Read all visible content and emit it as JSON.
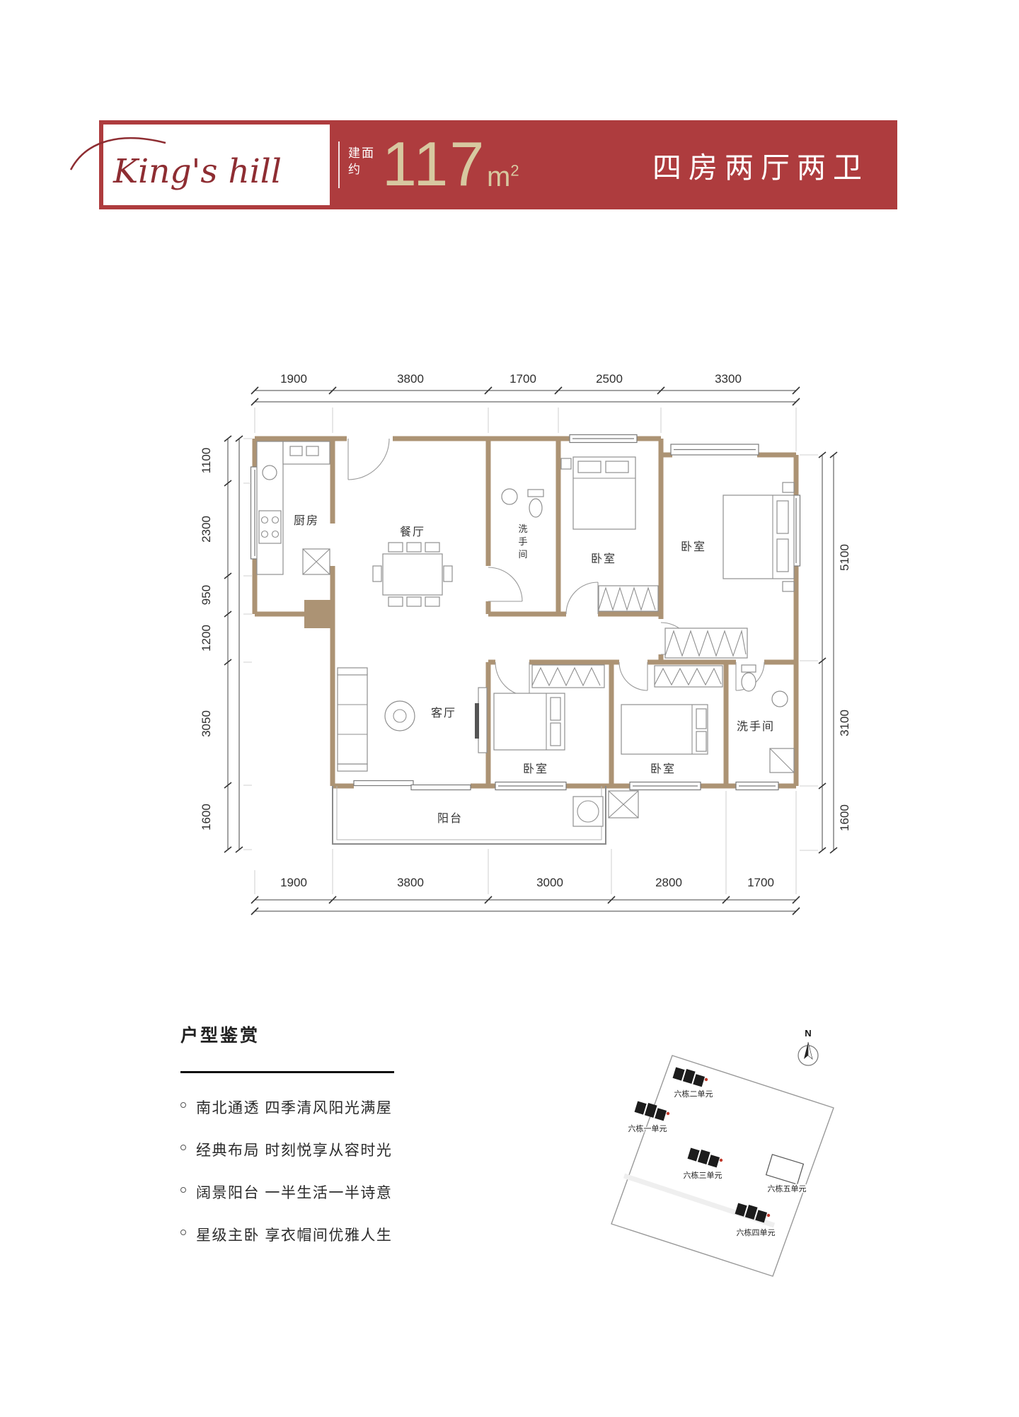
{
  "header": {
    "brand": "King's hill",
    "area_prefix": "建面约",
    "area_value": "117",
    "area_unit": "m",
    "area_unit_sup": "2",
    "layout_label": "四房两厅两卫",
    "banner_color": "#ae3c3e",
    "logo_color": "#8e2d32",
    "accent_gold": "#d7c8a0"
  },
  "plan": {
    "dims": {
      "top": [
        "1900",
        "3800",
        "1700",
        "2500",
        "3300"
      ],
      "bottom": [
        "1900",
        "3800",
        "3000",
        "2800",
        "1700"
      ],
      "left": [
        "1100",
        "2300",
        "950",
        "1200",
        "3050",
        "1600"
      ],
      "right": [
        "5100",
        "3100",
        "1600"
      ]
    },
    "rooms": {
      "kitchen": "厨房",
      "dining": "餐厅",
      "bath1": "洗手间",
      "bedroom1": "卧室",
      "master": "卧室",
      "living": "客厅",
      "bedroom2": "卧室",
      "bedroom3": "卧室",
      "bath2": "洗手间",
      "balcony": "阳台"
    },
    "bath1_chars": [
      "洗",
      "手",
      "间"
    ]
  },
  "features": {
    "title": "户型鉴赏",
    "items": [
      "南北通透 四季清风阳光满屋",
      "经典布局 时刻悦享从容时光",
      "阔景阳台 一半生活一半诗意",
      "星级主卧 享衣帽间优雅人生"
    ]
  },
  "siteplan": {
    "compass": "N",
    "buildings": [
      "六栋二单元",
      "六栋一单元",
      "六栋三单元",
      "六栋五单元",
      "六栋四单元"
    ]
  }
}
